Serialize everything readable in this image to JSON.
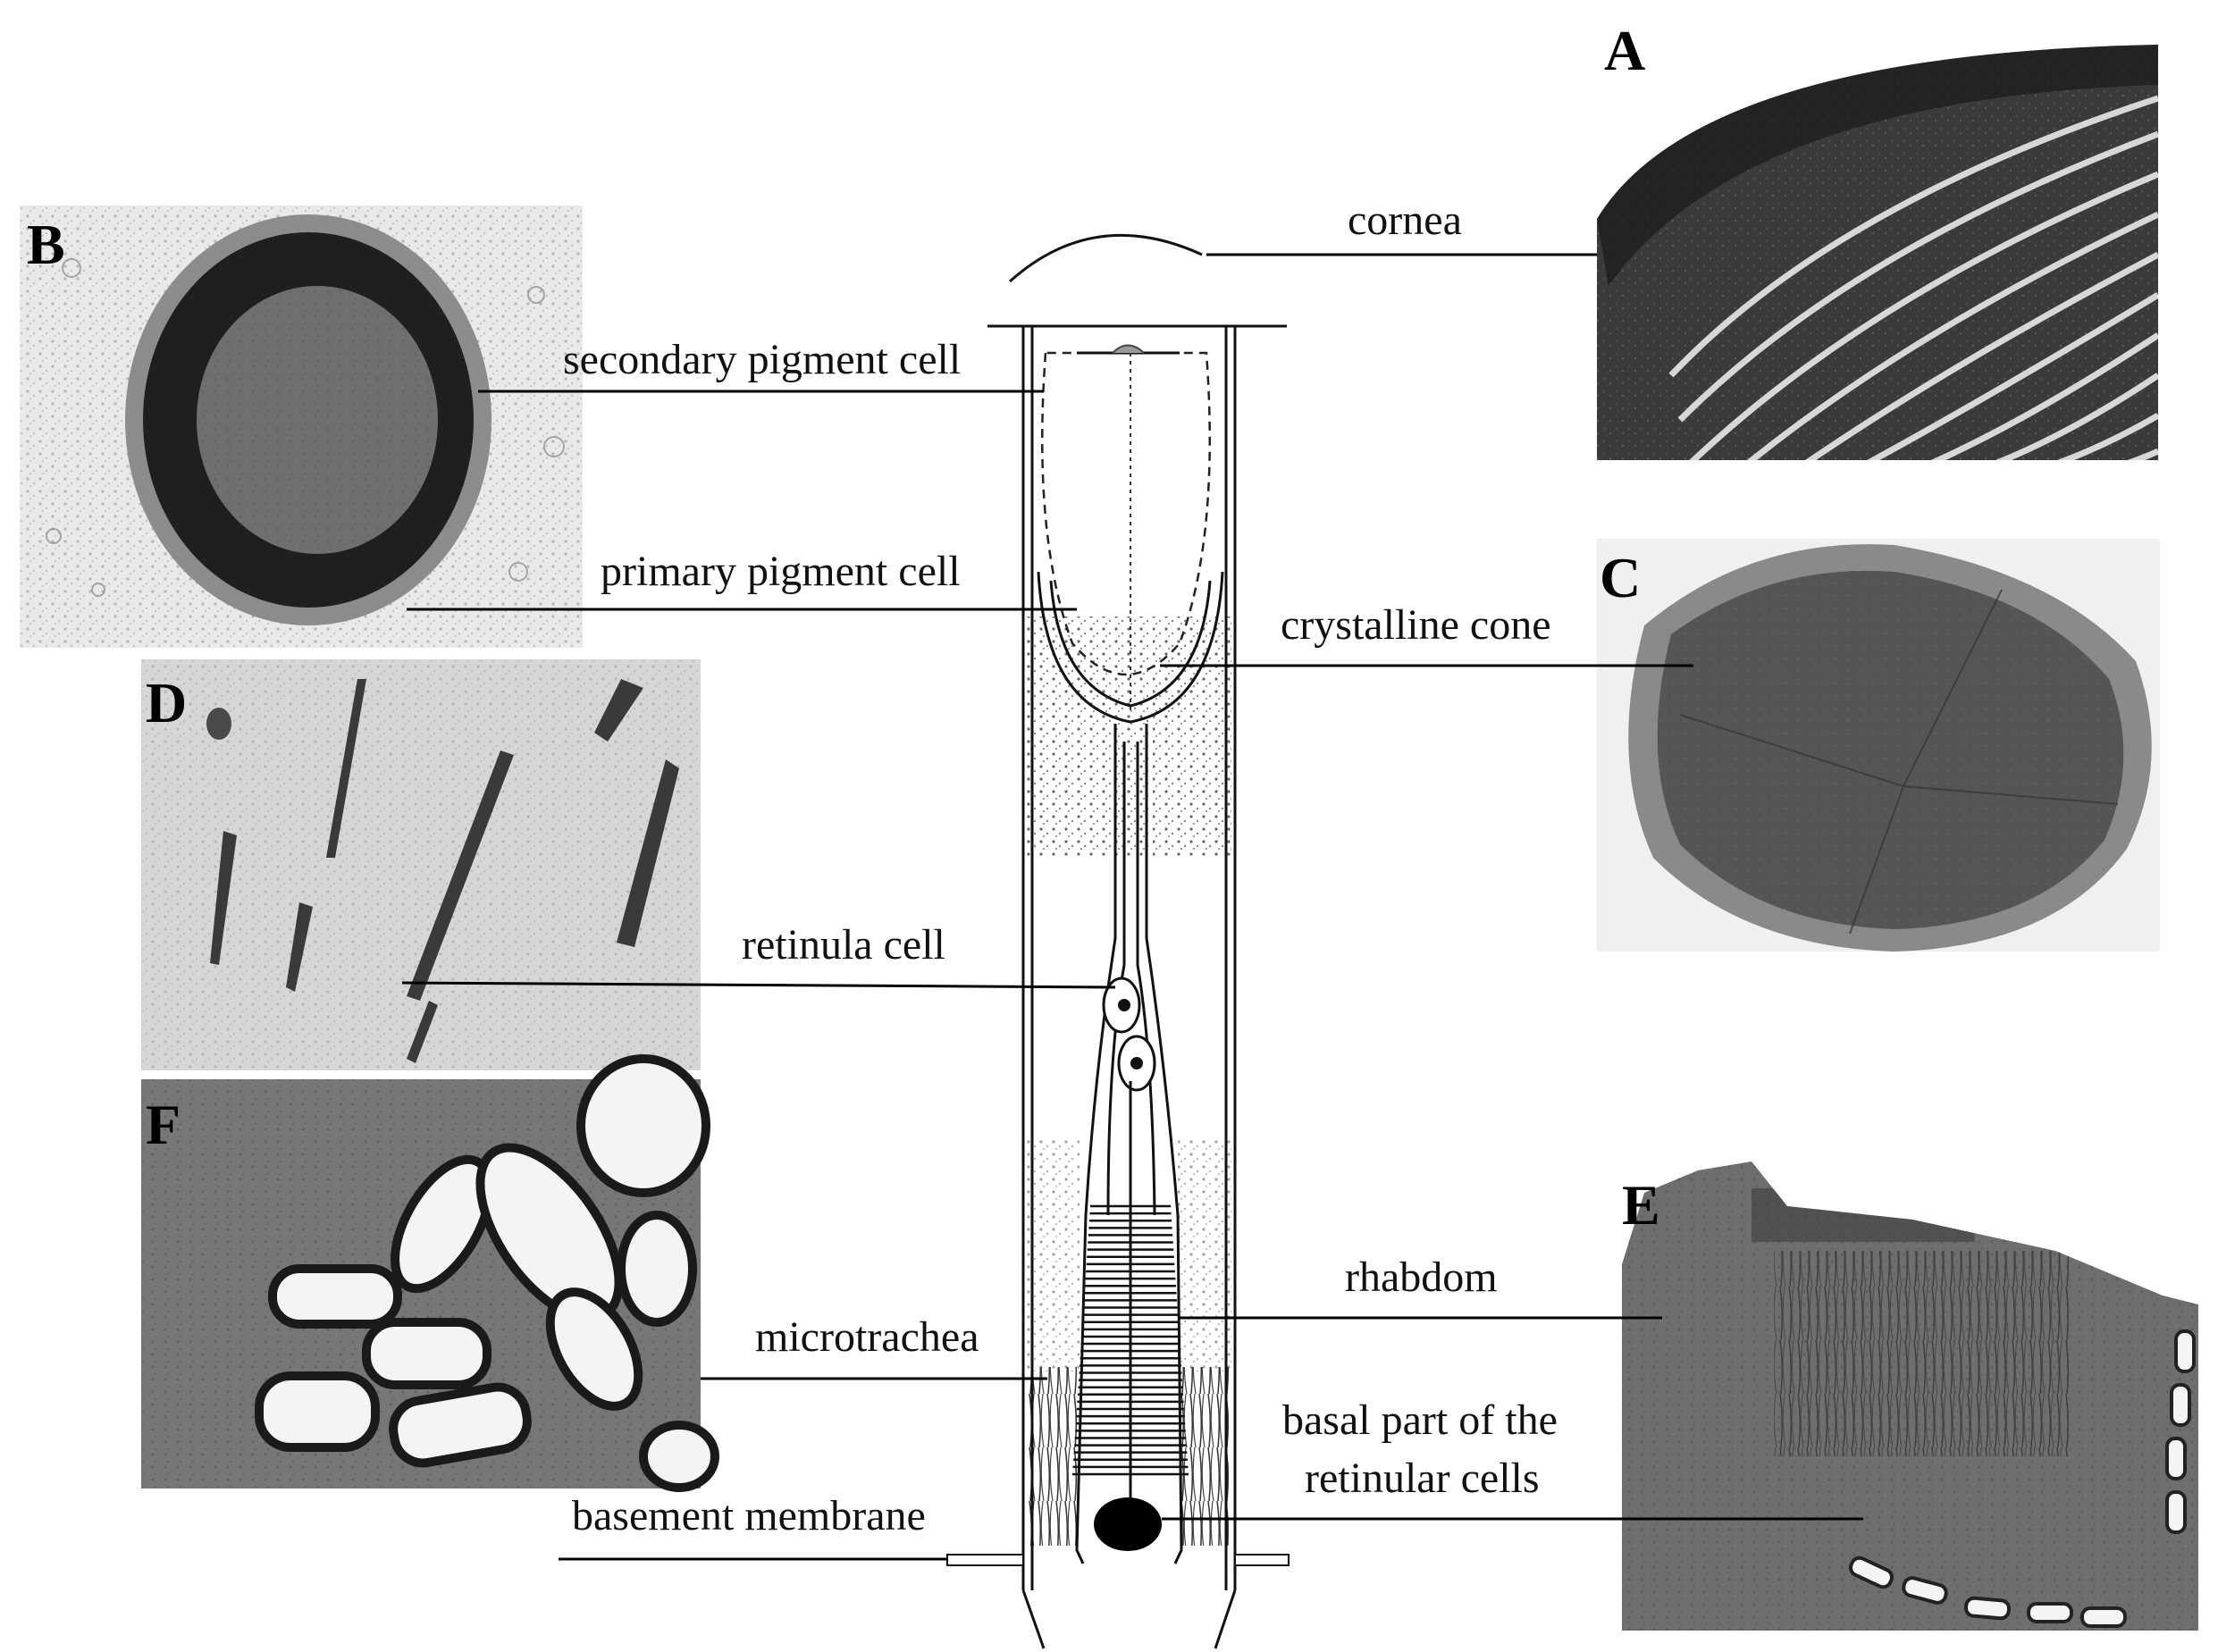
{
  "panels": {
    "A": "A",
    "B": "B",
    "C": "C",
    "D": "D",
    "E": "E",
    "F": "F"
  },
  "labels": {
    "cornea": "cornea",
    "secondary_pigment_cell": "secondary pigment cell",
    "primary_pigment_cell": "primary pigment cell",
    "crystalline_cone": "crystalline cone",
    "retinula_cell": "retinula cell",
    "rhabdom": "rhabdom",
    "microtrachea": "microtrachea",
    "basal_part_line1": "basal part of the",
    "basal_part_line2": "retinular cells",
    "basement_membrane": "basement membrane"
  }
}
